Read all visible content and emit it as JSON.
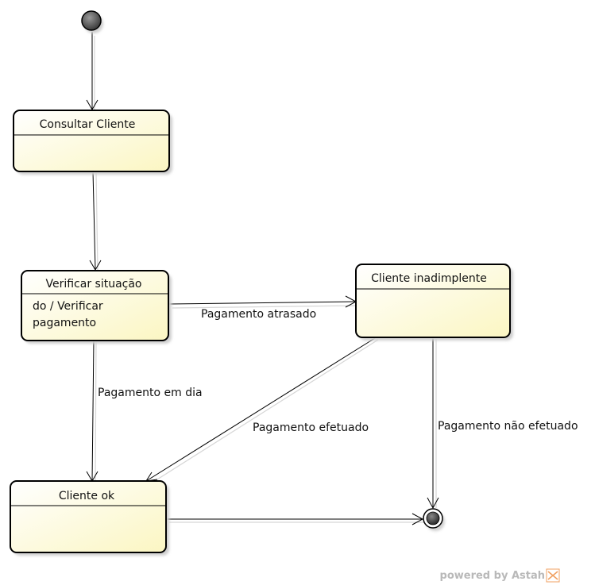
{
  "diagram": {
    "states": {
      "consultar": {
        "name": "Consultar Cliente"
      },
      "verificar": {
        "name": "Verificar situação",
        "activity": [
          "do / Verificar",
          "pagamento"
        ]
      },
      "inadimplente": {
        "name": "Cliente inadimplente"
      },
      "ok": {
        "name": "Cliente ok"
      }
    },
    "transitions": {
      "atrasado": "Pagamento atrasado",
      "em_dia": "Pagamento em dia",
      "efetuado": "Pagamento efetuado",
      "nao_efetuado": "Pagamento não efetuado"
    },
    "footer": "powered by Astah",
    "colors": {
      "state_fill_top": "#fdfbe4",
      "state_fill_bottom": "#fcf9c9",
      "stroke": "#000000",
      "shadow": "#cfcfcf",
      "initial_fill": "#555555",
      "footer_logo": "#f0a060"
    }
  }
}
